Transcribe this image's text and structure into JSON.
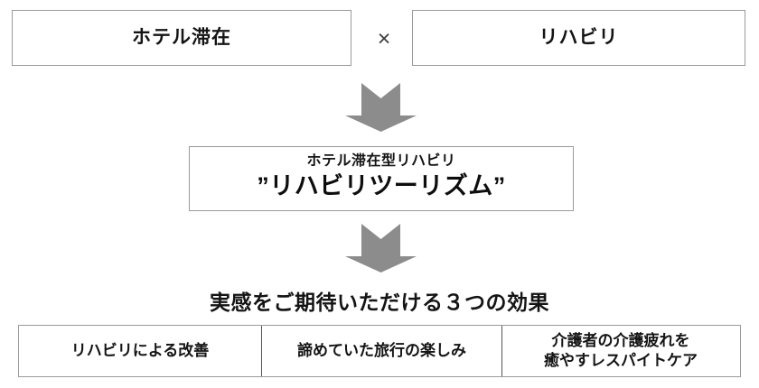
{
  "diagram": {
    "inputs": {
      "left_box": {
        "label": "ホテル滞在"
      },
      "operator": {
        "symbol": "×",
        "name": "multiplication-sign"
      },
      "right_box": {
        "label": "リハビリ"
      }
    },
    "arrow_1": {
      "name": "down-arrow-icon",
      "color": "#8c8c8c"
    },
    "concept": {
      "line1": "ホテル滞在型リハビリ",
      "line2": "”リハビリツーリズム”"
    },
    "arrow_2": {
      "name": "down-arrow-icon",
      "color": "#8c8c8c"
    },
    "effects_heading": "実感をご期待いただける３つの効果",
    "effects": [
      {
        "line1": "リハビリによる改善",
        "line2": ""
      },
      {
        "line1": "諦めていた旅行の楽しみ",
        "line2": ""
      },
      {
        "line1": "介護者の介護疲れを",
        "line2": "癒やすレスパイトケア"
      }
    ]
  },
  "colors": {
    "background": "#ffffff",
    "box_border": "#9a9a9a",
    "cell_divider": "#555555",
    "arrow_fill": "#8c8c8c",
    "text": "#141414"
  }
}
